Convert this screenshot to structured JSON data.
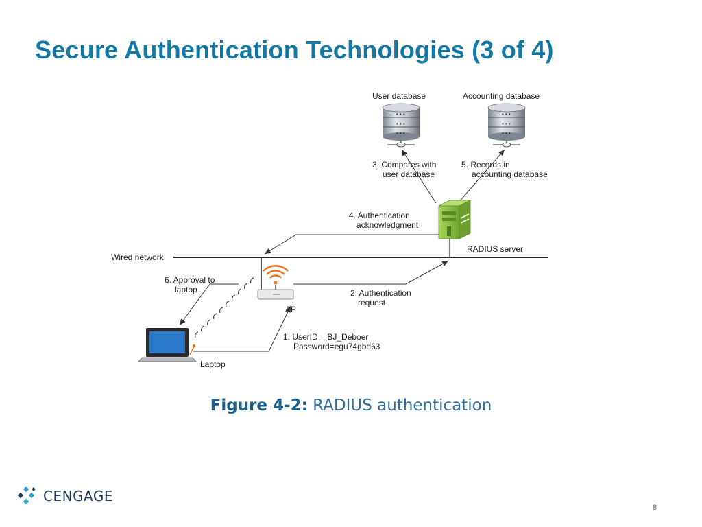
{
  "slide": {
    "title": "Secure Authentication Technologies (3 of 4)",
    "page_number": "8"
  },
  "diagram": {
    "user_database": "User database",
    "accounting_database": "Accounting database",
    "step3_line1": "3. Compares with",
    "step3_line2": "user database",
    "step5_line1": "5. Records in",
    "step5_line2": "accounting database",
    "step4_line1": "4. Authentication",
    "step4_line2": "acknowledgment",
    "radius_server": "RADIUS server",
    "wired_network": "Wired network",
    "step6_line1": "6. Approval to",
    "step6_line2": "laptop",
    "step2_line1": "2. Authentication",
    "step2_line2": "request",
    "ap": "AP",
    "step1_line1": "1. UserID = BJ_Deboer",
    "step1_line2": "Password=egu74gbd63",
    "laptop": "Laptop"
  },
  "caption": {
    "label": "Figure 4-2:",
    "text": " RADIUS authentication"
  },
  "logo": {
    "text": "CENGAGE",
    "colors": {
      "primary": "#1f3a5a",
      "accent": "#2fa3c8"
    }
  },
  "colors": {
    "title": "#1478a5",
    "server_green": "#8dc63f",
    "wifi_orange": "#e87722",
    "screen_blue": "#2a78c8"
  }
}
